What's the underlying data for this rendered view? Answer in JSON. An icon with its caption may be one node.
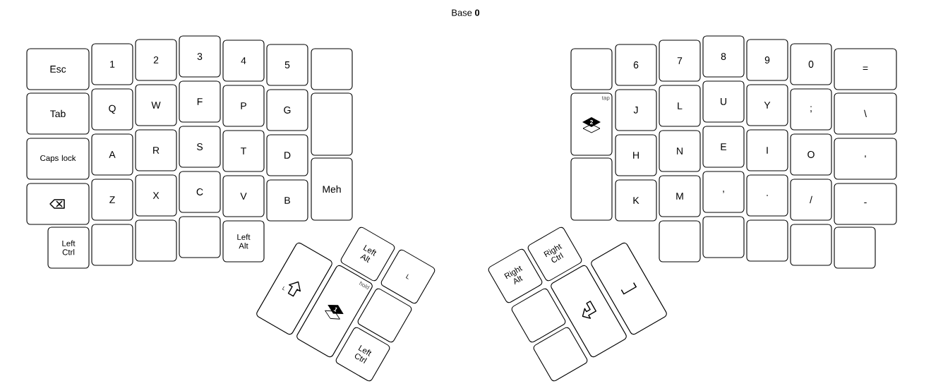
{
  "diagram": {
    "title": "Base **0**",
    "nodes": [
      {
        "text": [
          "Esc"
        ]
      },
      {
        "text": [
          "1"
        ]
      },
      {
        "text": [
          "2"
        ]
      },
      {
        "text": [
          "3"
        ]
      },
      {
        "text": [
          "4"
        ]
      },
      {
        "text": [
          "5"
        ]
      },
      {
        "text": [],
        "shape": "box"
      },
      {
        "text": [
          "Tab"
        ]
      },
      {
        "text": [
          "Q"
        ]
      },
      {
        "text": [
          "W"
        ]
      },
      {
        "text": [
          "F"
        ]
      },
      {
        "text": [
          "P"
        ]
      },
      {
        "text": [
          "G"
        ]
      },
      {
        "text": [],
        "shape": "box"
      },
      {
        "text": [
          "Caps lock"
        ]
      },
      {
        "text": [
          "A"
        ]
      },
      {
        "text": [
          "R"
        ]
      },
      {
        "text": [
          "S"
        ]
      },
      {
        "text": [
          "T"
        ]
      },
      {
        "text": [
          "D"
        ]
      },
      {
        "text": [
          "Meh"
        ]
      },
      {
        "text": [],
        "shape": "box"
      },
      {
        "text": [
          "Z"
        ]
      },
      {
        "text": [
          "X"
        ]
      },
      {
        "text": [
          "C"
        ]
      },
      {
        "text": [
          "V"
        ]
      },
      {
        "text": [
          "B"
        ]
      },
      {
        "text": [
          "Left Ctrl"
        ]
      },
      {
        "text": [],
        "shape": "box"
      },
      {
        "text": [],
        "shape": "box"
      },
      {
        "text": [],
        "shape": "box"
      },
      {
        "text": [
          "Left Alt"
        ]
      },
      {
        "text": [],
        "shape": "box"
      },
      {
        "text": [
          "6"
        ]
      },
      {
        "text": [
          "7"
        ]
      },
      {
        "text": [
          "8"
        ]
      },
      {
        "text": [
          "9"
        ]
      },
      {
        "text": [
          "0"
        ]
      },
      {
        "text": [
          "="
        ]
      },
      {
        "text": [
          "tap",
          "2"
        ]
      },
      {
        "text": [
          "J"
        ]
      },
      {
        "text": [
          "L"
        ]
      },
      {
        "text": [
          "U"
        ]
      },
      {
        "text": [
          "Y"
        ]
      },
      {
        "text": [
          ";"
        ]
      },
      {
        "text": [
          "\\"
        ]
      },
      {
        "text": [],
        "shape": "box"
      },
      {
        "text": [
          "H"
        ]
      },
      {
        "text": [
          "N"
        ]
      },
      {
        "text": [
          "E"
        ]
      },
      {
        "text": [
          "I"
        ]
      },
      {
        "text": [
          "O"
        ]
      },
      {
        "text": [
          "'"
        ]
      },
      {
        "text": [
          "K"
        ]
      },
      {
        "text": [
          "M"
        ]
      },
      {
        "text": [
          ","
        ]
      },
      {
        "text": [
          "."
        ]
      },
      {
        "text": [
          "/"
        ]
      },
      {
        "text": [
          "-"
        ]
      },
      {
        "text": [],
        "shape": "box"
      },
      {
        "text": [],
        "shape": "box"
      },
      {
        "text": [],
        "shape": "box"
      },
      {
        "text": [],
        "shape": "box"
      },
      {
        "text": [],
        "shape": "box"
      },
      {
        "text": [
          "Left Alt"
        ]
      },
      {
        "text": [
          "L"
        ]
      },
      {
        "text": [
          "L"
        ]
      },
      {
        "text": [
          "hold",
          "1"
        ]
      },
      {
        "text": [],
        "shape": "box"
      },
      {
        "text": [
          "Left Ctrl"
        ]
      },
      {
        "text": [
          "Right Alt"
        ]
      },
      {
        "text": [
          "Right Ctrl"
        ]
      },
      {
        "text": [],
        "shape": "box"
      },
      {
        "text": [],
        "shape": "box"
      },
      {
        "text": [],
        "shape": "box"
      },
      {
        "text": [],
        "shape": "box"
      }
    ]
  }
}
